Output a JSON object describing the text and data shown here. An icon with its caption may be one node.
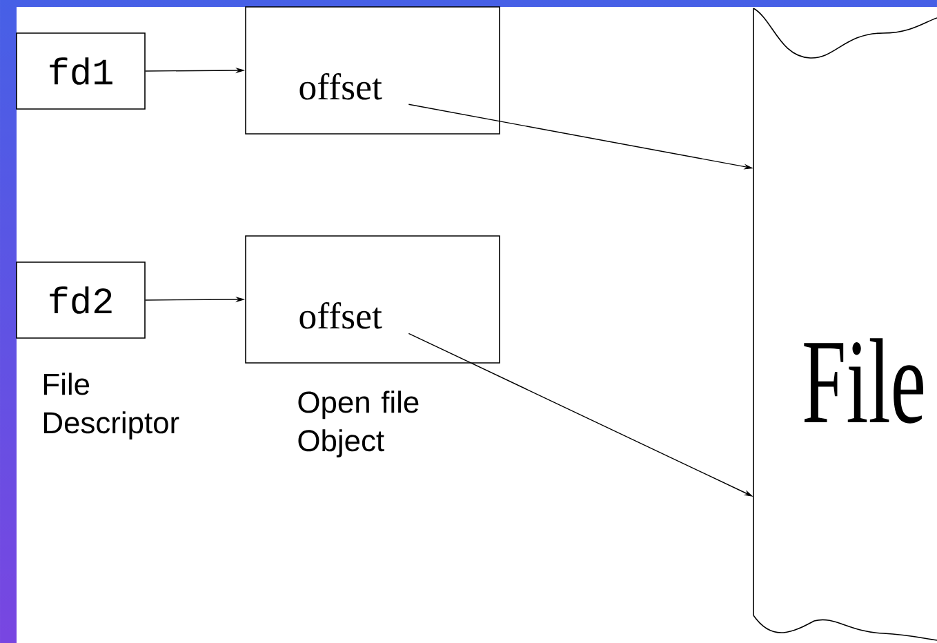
{
  "diagram": {
    "nodes": [
      {
        "text": [
          "fd1"
        ]
      },
      {
        "text": [
          "offset"
        ]
      },
      {
        "text": [
          "fd2"
        ]
      },
      {
        "text": [
          "offset"
        ]
      },
      {
        "text": [
          "File"
        ]
      }
    ],
    "edges": [
      {
        "from": 0,
        "to": 1,
        "arrow": "to"
      },
      {
        "from": 2,
        "to": 3,
        "arrow": "to"
      },
      {
        "from": 1,
        "to": 4,
        "arrow": "to"
      },
      {
        "from": 3,
        "to": 4,
        "arrow": "to"
      }
    ],
    "labels": [
      "File Descriptor",
      "Open file Object"
    ]
  }
}
